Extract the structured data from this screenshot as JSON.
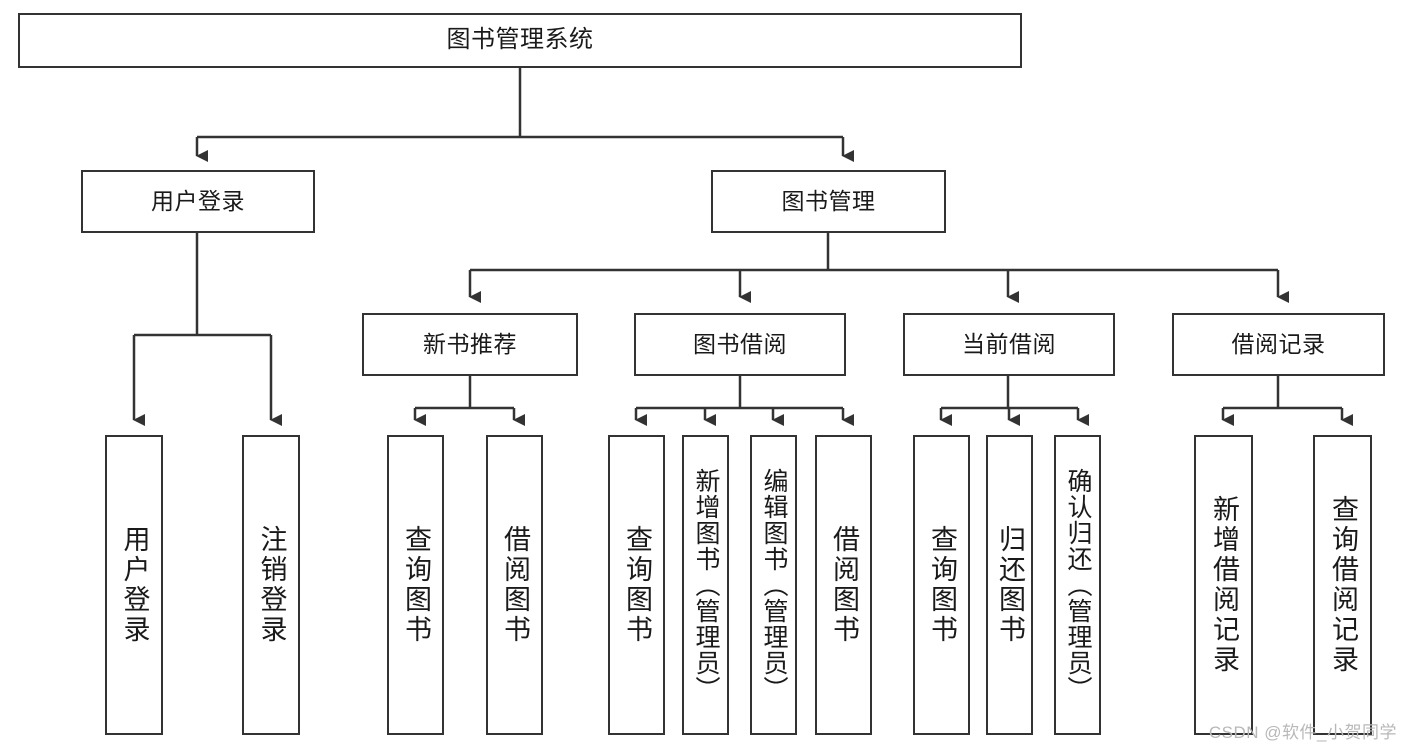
{
  "diagram": {
    "title": "图书管理系统",
    "type": "tree",
    "colors": {
      "background": "#ffffff",
      "box_border": "#333333",
      "box_fill": "#ffffff",
      "text": "#1a1a1a",
      "connector": "#333333",
      "watermark": "#b8b8b8"
    },
    "nodes": {
      "root": {
        "label": "图书管理系统"
      },
      "level2": [
        {
          "label": "用户登录"
        },
        {
          "label": "图书管理"
        }
      ],
      "level3": [
        {
          "label": "新书推荐"
        },
        {
          "label": "图书借阅"
        },
        {
          "label": "当前借阅"
        },
        {
          "label": "借阅记录"
        }
      ],
      "leaves_user_login": [
        {
          "label": "用户登录"
        },
        {
          "label": "注销登录"
        }
      ],
      "leaves_new_books": [
        {
          "label": "查询图书"
        },
        {
          "label": "借阅图书"
        }
      ],
      "leaves_borrow": [
        {
          "label": "查询图书"
        },
        {
          "label": "新增图书（管理员）"
        },
        {
          "label": "编辑图书（管理员）"
        },
        {
          "label": "借阅图书"
        }
      ],
      "leaves_current": [
        {
          "label": "查询图书"
        },
        {
          "label": "归还图书"
        },
        {
          "label": "确认归还（管理员）"
        }
      ],
      "leaves_records": [
        {
          "label": "新增借阅记录"
        },
        {
          "label": "查询借阅记录"
        }
      ]
    },
    "watermark": "CSDN @软件_小贺同学"
  }
}
